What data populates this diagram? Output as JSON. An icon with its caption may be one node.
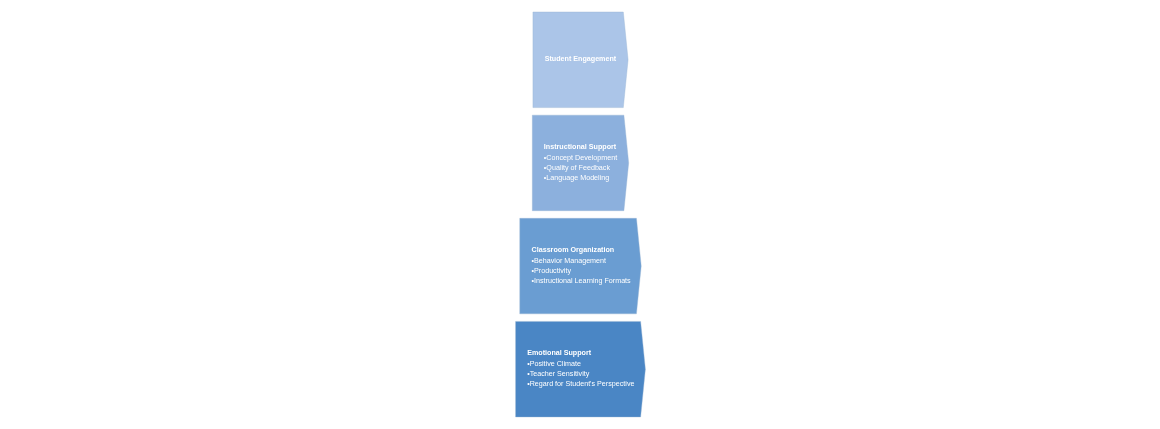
{
  "diagram": {
    "nodes": [
      {
        "text": [
          "Emotional Support",
          "•Positive Climate",
          "•Teacher Sensitivity",
          "•Regard for Student's Perspective"
        ]
      },
      {
        "text": [
          "Classroom Organization",
          "•Behavior Management",
          "•Productivity",
          "•Instructional Learning Formats"
        ]
      },
      {
        "text": [
          "Instructional Support",
          "•Concept Development",
          "•Quality of Feedback",
          "•Language Modeling"
        ]
      },
      {
        "text": [
          "Student Engagement"
        ]
      }
    ]
  }
}
